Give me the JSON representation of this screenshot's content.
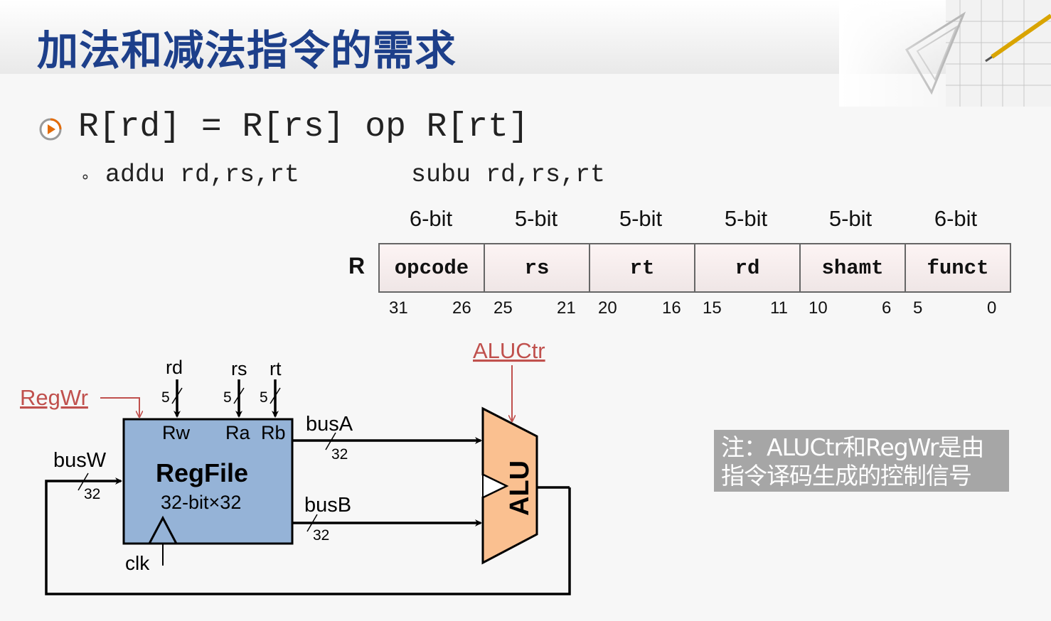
{
  "title": "加法和减法指令的需求",
  "bullet": {
    "main": "R[rd] = R[rs] op R[rt]",
    "sub_marker": "∘",
    "sub_left": "addu rd,rs,rt",
    "sub_right": "subu rd,rs,rt"
  },
  "format": {
    "label": "R",
    "widths": [
      "6-bit",
      "5-bit",
      "5-bit",
      "5-bit",
      "5-bit",
      "6-bit"
    ],
    "fields": [
      "opcode",
      "rs",
      "rt",
      "rd",
      "shamt",
      "funct"
    ],
    "bit_numbers": [
      "31",
      "26",
      "25",
      "21",
      "20",
      "16",
      "15",
      "11",
      "10",
      "6",
      "5",
      "0"
    ]
  },
  "diagram": {
    "regwr": "RegWr",
    "aluctr": "ALUCtr",
    "rd": "rd",
    "rs": "rs",
    "rt": "rt",
    "five_a": "5",
    "five_b": "5",
    "five_c": "5",
    "rw": "Rw",
    "ra": "Ra",
    "rb": "Rb",
    "regfile": "RegFile",
    "regfile_sub": "32-bit×32",
    "busw": "busW",
    "busa": "busA",
    "busb": "busB",
    "w32_busw": "32",
    "w32_busa": "32",
    "w32_busb": "32",
    "clk": "clk",
    "alu": "ALU"
  },
  "note": {
    "line1": "注：ALUCtr和RegWr是由",
    "line2": "指令译码生成的控制信号"
  },
  "colors": {
    "title": "#1d3f8a",
    "control_signal": "#c0504d",
    "regfile_fill": "#95b3d7",
    "alu_fill": "#fac090",
    "note_bg": "#a6a6a6"
  }
}
